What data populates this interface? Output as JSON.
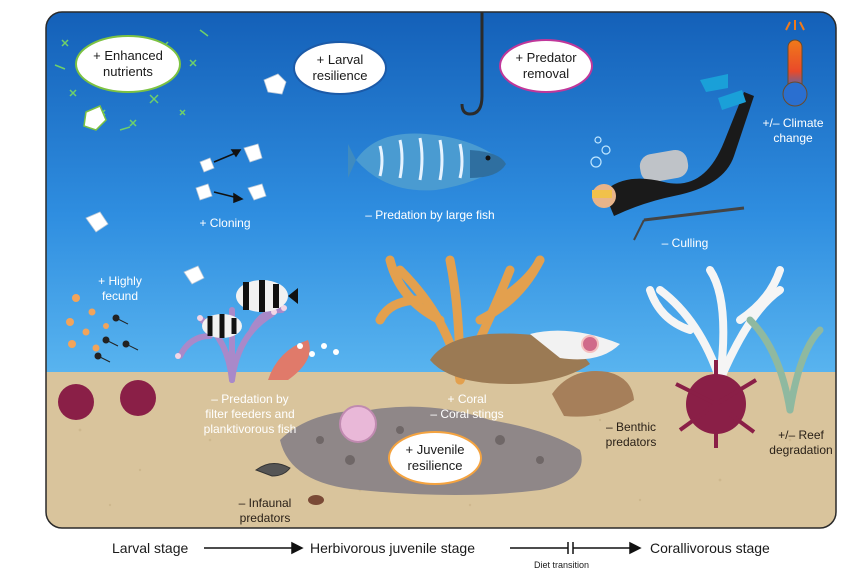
{
  "ovals": {
    "nutrients": "+ Enhanced\nnutrients",
    "larval_resilience": "+ Larval\nresilience",
    "predator_removal": "+ Predator\nremoval",
    "juvenile_resilience": "+ Juvenile\nresilience"
  },
  "labels": {
    "climate": "+/– Climate\nchange",
    "cloning": "+ Cloning",
    "large_fish": "– Predation by large fish",
    "culling": "– Culling",
    "fecund": "+ Highly\nfecund",
    "filter_feeders": "– Predation by\nfilter feeders and\nplanktivorous fish",
    "coral": "+ Coral\n– Coral stings",
    "benthic": "– Benthic\npredators",
    "reef": "+/– Reef\ndegradation",
    "infaunal": "– Infaunal\npredators"
  },
  "stages": {
    "larval": "Larval stage",
    "juvenile": "Herbivorous juvenile stage",
    "corallivorous": "Corallivorous stage",
    "diet_transition": "Diet transition"
  },
  "colors": {
    "water_top": "#1a6fc4",
    "water_bottom": "#49a7ea",
    "sand": "#d8c39a",
    "oval_green": "#7cc242",
    "oval_blue": "#1b5aa8",
    "oval_pink": "#c0379a",
    "oval_orange": "#f4a340",
    "starfish": "#8a1f47"
  }
}
